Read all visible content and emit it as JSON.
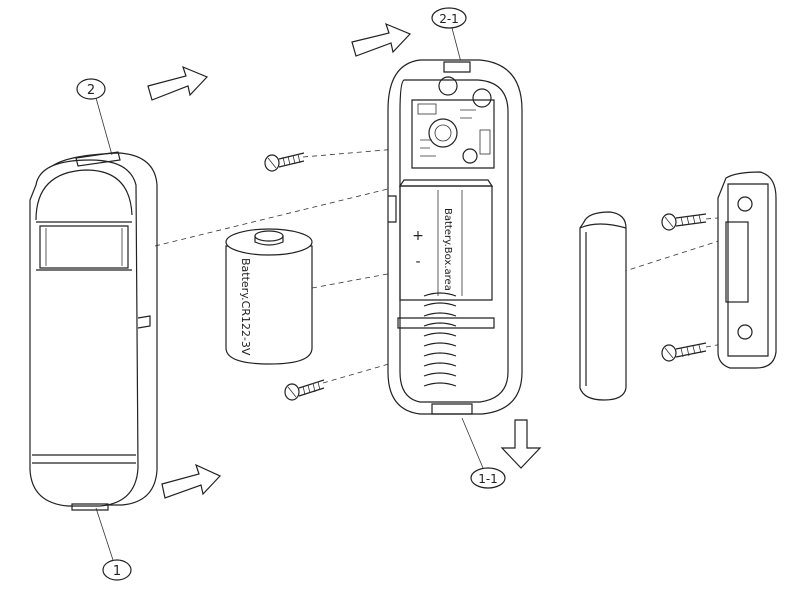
{
  "callouts": {
    "c1": "1",
    "c2": "2",
    "c1_1": "1-1",
    "c2_1": "2-1"
  },
  "battery": {
    "label": "Battery.CR122-3V"
  },
  "pcb": {
    "battery_slot_label": "Battery.Box.area",
    "plus": "+",
    "minus": "-"
  }
}
